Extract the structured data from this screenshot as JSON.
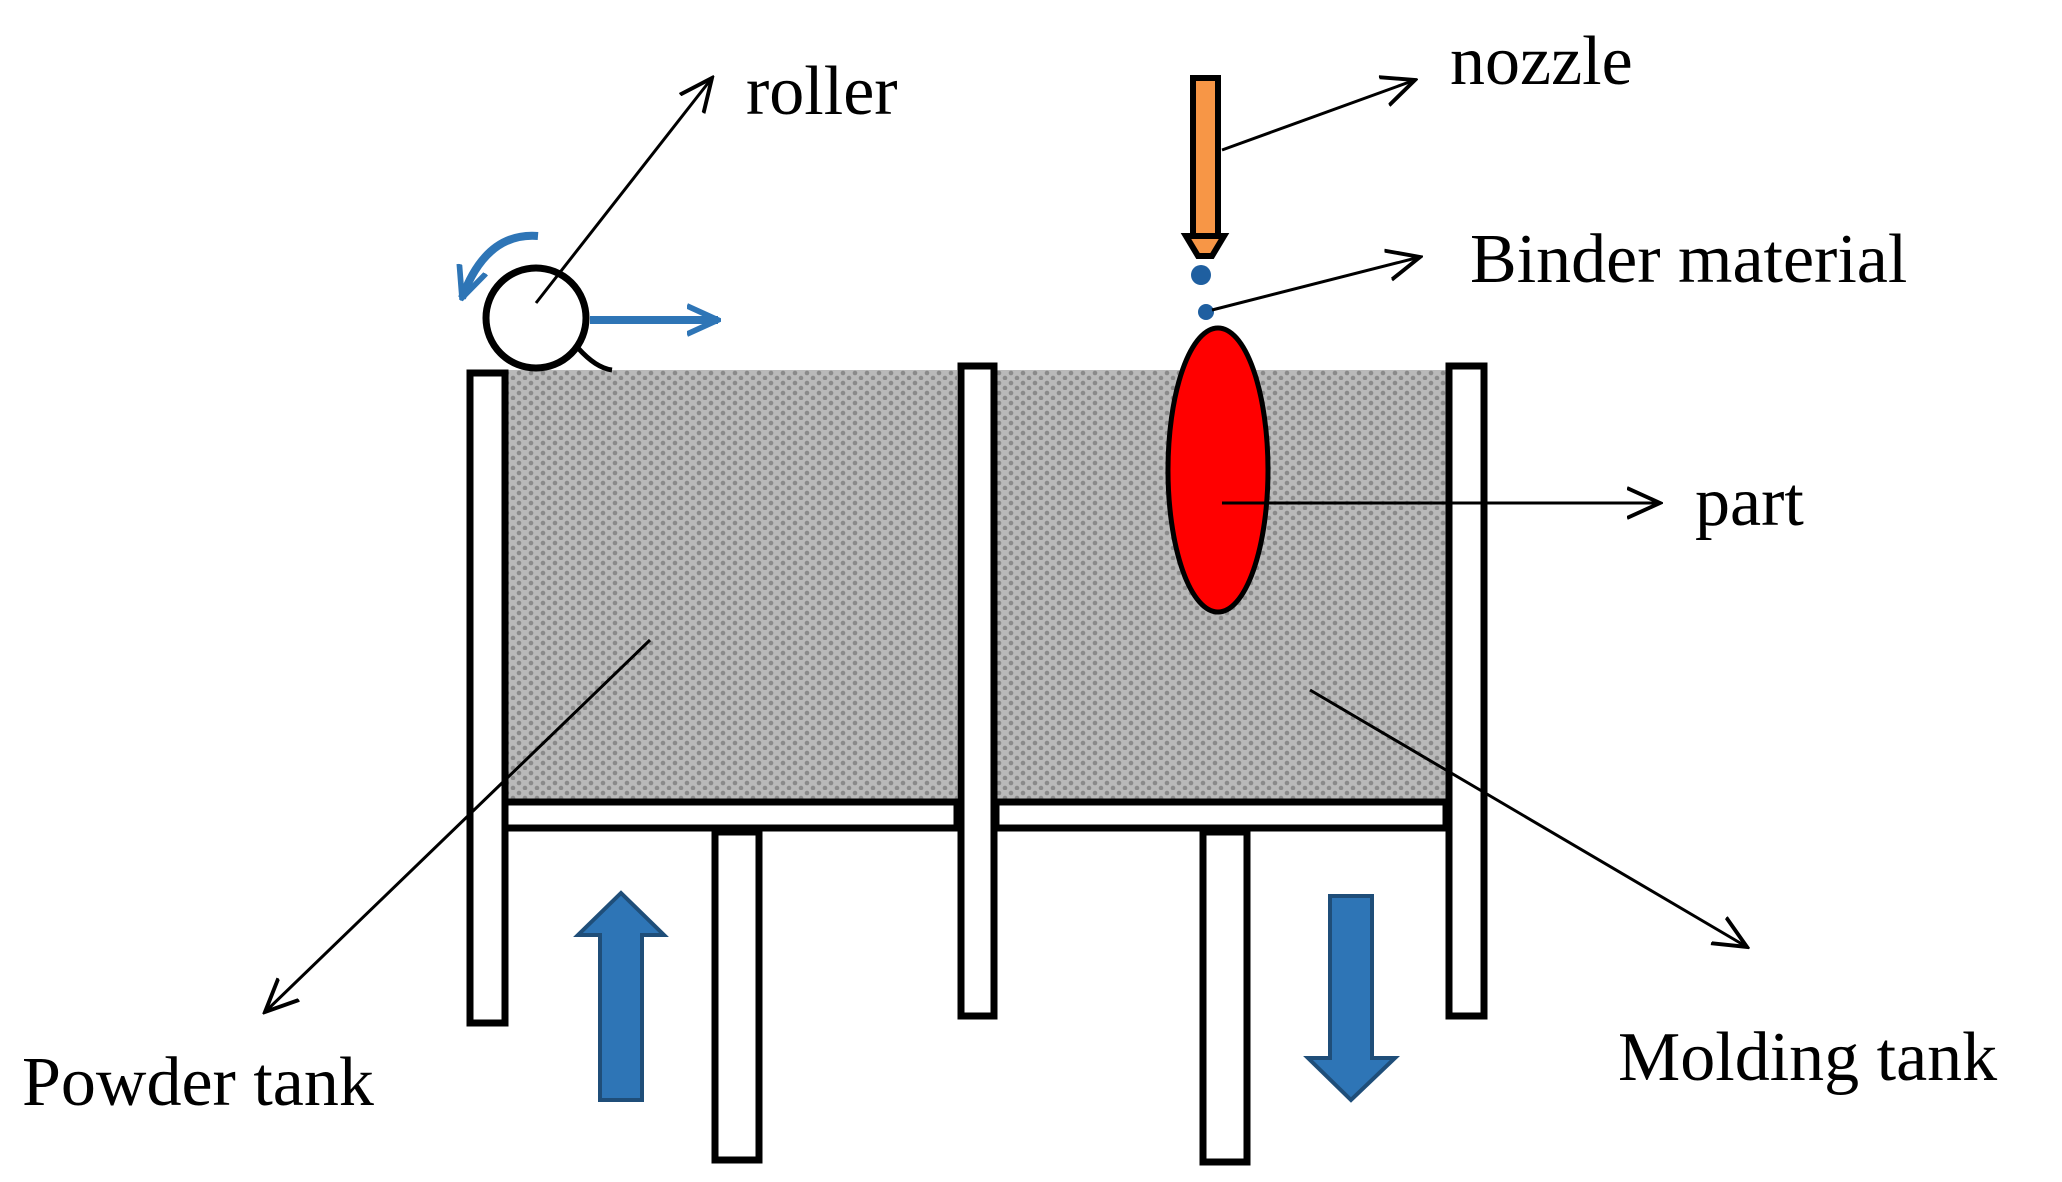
{
  "labels": {
    "roller": "roller",
    "nozzle": "nozzle",
    "binder": "Binder material",
    "part": "part",
    "powder_tank": "Powder tank",
    "molding_tank": "Molding tank"
  },
  "colors": {
    "powder": "#b9b9b9",
    "powder_dot": "#8a8a8a",
    "part": "#ff0000",
    "nozzle": "#f79646",
    "motion_arrow": "#2e75b6",
    "wall": "#ffffff",
    "outline": "#000000"
  },
  "icons": {
    "roller": "circle-roller",
    "up_arrow": "block-arrow-up",
    "down_arrow": "block-arrow-down"
  }
}
